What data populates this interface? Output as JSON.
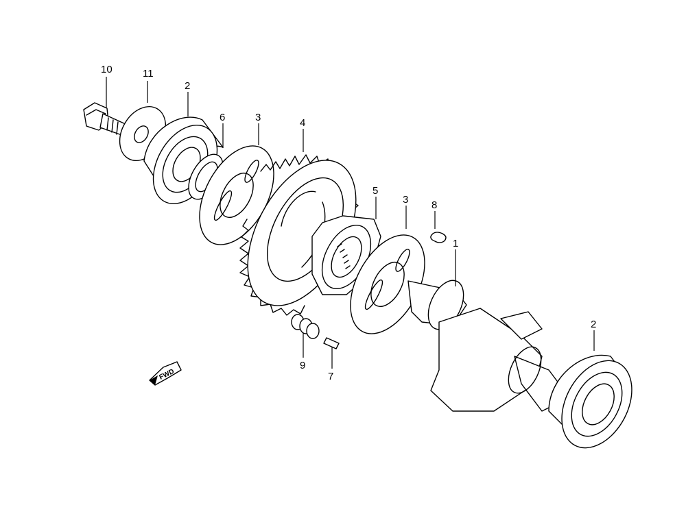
{
  "callouts": {
    "c10": "10",
    "c11": "11",
    "c2a": "2",
    "c6": "6",
    "c3a": "3",
    "c4": "4",
    "c5": "5",
    "c3b": "3",
    "c8": "8",
    "c1": "1",
    "c2b": "2",
    "c9": "9",
    "c7": "7"
  },
  "fwd_label": "FWD"
}
